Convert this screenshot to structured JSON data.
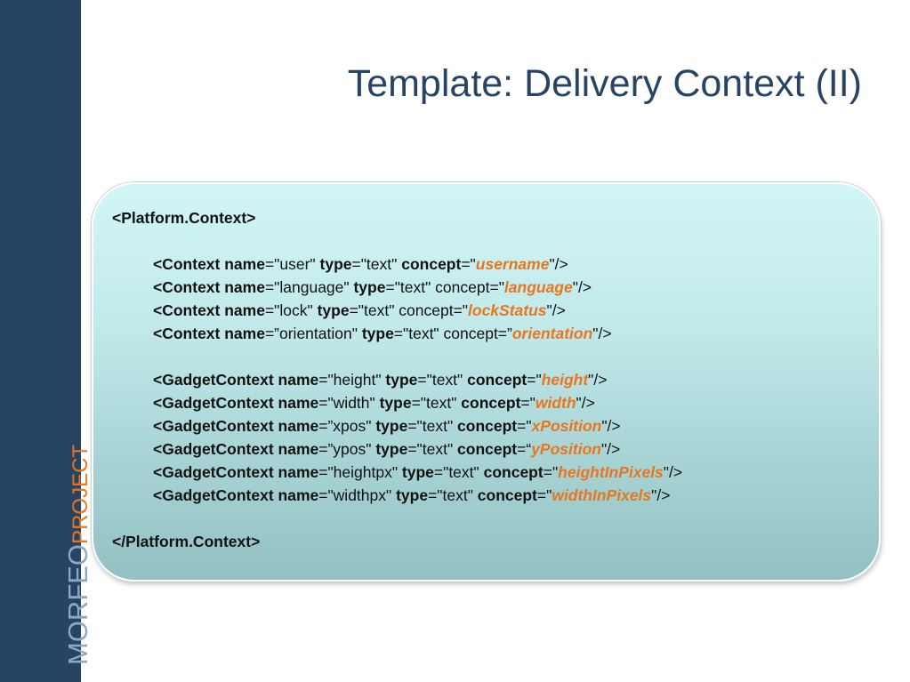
{
  "sidebar": {
    "brand_main": "MORFEO",
    "brand_sub": "PROJECT"
  },
  "slide": {
    "title": "Template: Delivery Context (II)",
    "colors": {
      "sidebar": "#284463",
      "title": "#284463",
      "highlight": "#e8761e",
      "brand_light": "#8da8c6"
    }
  },
  "code": {
    "open_tag": "<Platform.Context>",
    "close_tag": "</Platform.Context>",
    "context_lines": [
      {
        "tag": "<Context ",
        "name_kw": "name",
        "name_val": "=\"user\" ",
        "type_kw": "type",
        "type_val": "=\"text\" ",
        "concept_kw": "concept",
        "concept_pre": "=\"",
        "concept_val": "username",
        "tail": "\"/>"
      },
      {
        "tag": "<Context ",
        "name_kw": "name",
        "name_val": "=\"language\" ",
        "type_kw": "type",
        "type_val": "=\"text\" concept=\"",
        "concept_val": "language",
        "tail": "\"/>"
      },
      {
        "tag": "<Context ",
        "name_kw": "name",
        "name_val": "=\"lock\" ",
        "type_kw": "type",
        "type_val": "=\"text\" concept=\"",
        "concept_val": "lockStatus",
        "tail": "\"/>"
      },
      {
        "tag": "<Context ",
        "name_kw": "name",
        "name_val": "=”orientation\" ",
        "type_kw": "type",
        "type_val": "=\"text\" concept=”",
        "concept_val": "orientation",
        "tail": "\"/>"
      }
    ],
    "gadget_lines": [
      {
        "tag": "<GadgetContext ",
        "name_kw": "name",
        "name_val": "=\"height\" ",
        "type_kw": "type",
        "type_val": "=\"text\" ",
        "concept_kw": "concept",
        "concept_pre": "=\"",
        "concept_val": "height",
        "tail": "\"/>"
      },
      {
        "tag": "<GadgetContext ",
        "name_kw": "name",
        "name_val": "=\"width\" ",
        "type_kw": "type",
        "type_val": "=\"text\" ",
        "concept_kw": "concept",
        "concept_pre": "=\"",
        "concept_val": "width",
        "tail": "\"/>"
      },
      {
        "tag": "<GadgetContext ",
        "name_kw": "name",
        "name_val": "=”xpos\" ",
        "type_kw": "type",
        "type_val": "=\"text\" ",
        "concept_kw": "concept",
        "concept_pre": "=\"",
        "concept_val": "xPosition",
        "tail": "\"/>"
      },
      {
        "tag": "<GadgetContext ",
        "name_kw": "name",
        "name_val": "=”ypos\" ",
        "type_kw": "type",
        "type_val": "=\"text\" ",
        "concept_kw": "concept",
        "concept_pre": "=“",
        "concept_val": "yPosition",
        "tail": "\"/>"
      },
      {
        "tag": "<GadgetContext ",
        "name_kw": "name",
        "name_val": "=\"heightpx\" ",
        "type_kw": "type",
        "type_val": "=\"text\" ",
        "concept_kw": "concept",
        "concept_pre": "=\"",
        "concept_val": "heightInPixels",
        "tail": "\"/>"
      },
      {
        "tag": "<GadgetContext ",
        "name_kw": "name",
        "name_val": "=\"widthpx\" ",
        "type_kw": "type",
        "type_val": "=\"text\" ",
        "concept_kw": "concept",
        "concept_pre": "=\"",
        "concept_val": "widthInPixels",
        "tail": "\"/>"
      }
    ]
  }
}
